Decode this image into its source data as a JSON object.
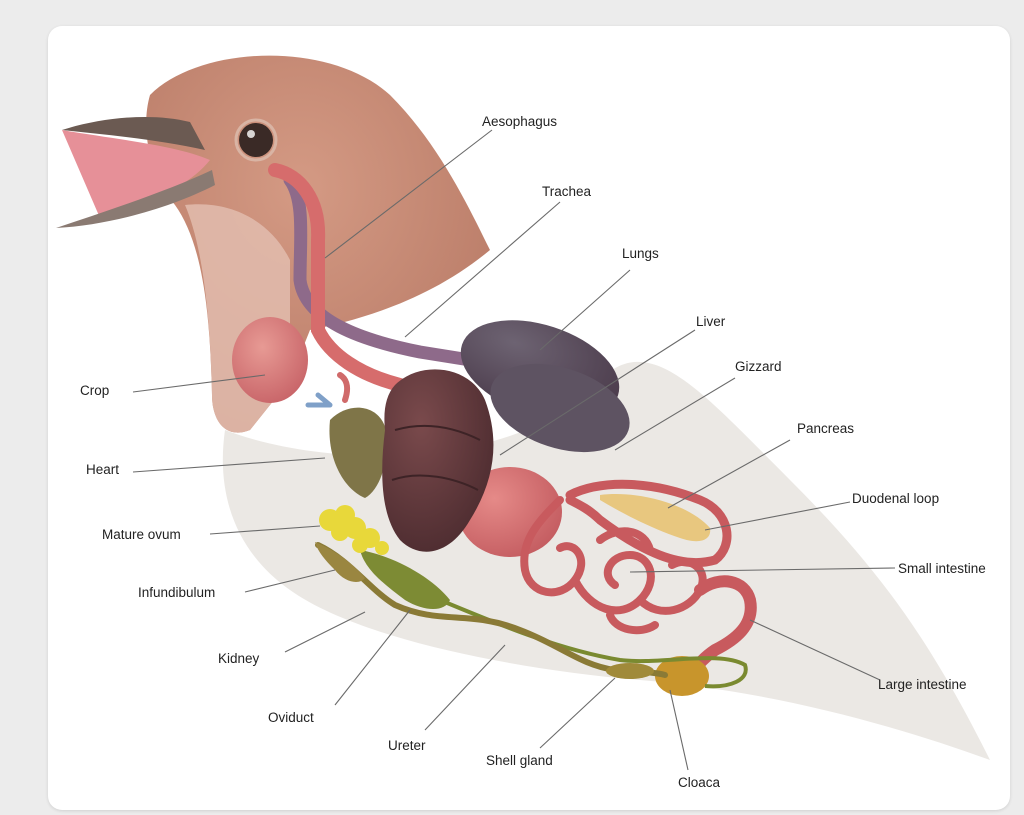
{
  "diagram": {
    "labels": {
      "aesophagus": "Aesophagus",
      "trachea": "Trachea",
      "lungs": "Lungs",
      "liver": "Liver",
      "gizzard": "Gizzard",
      "pancreas": "Pancreas",
      "duodenal_loop": "Duodenal loop",
      "small_intestine": "Small intestine",
      "large_intestine": "Large intestine",
      "cloaca": "Cloaca",
      "shell_gland": "Shell gland",
      "ureter": "Ureter",
      "oviduct": "Oviduct",
      "kidney": "Kidney",
      "infundibulum": "Infundibulum",
      "mature_ovum": "Mature ovum",
      "heart": "Heart",
      "crop": "Crop"
    },
    "colors": {
      "plumage": "#c98c78",
      "body_shadow": "#e6e3de",
      "crop": "#d77a78",
      "heart": "#7f7548",
      "liver": "#5e3638",
      "lungs": "#5a4656",
      "gizzard": "#d8706f",
      "intestine": "#c85a5e",
      "pancreas": "#e7c67c",
      "kidney": "#7d8b34",
      "ovum": "#e8d83a",
      "cloaca": "#c8952c"
    }
  }
}
